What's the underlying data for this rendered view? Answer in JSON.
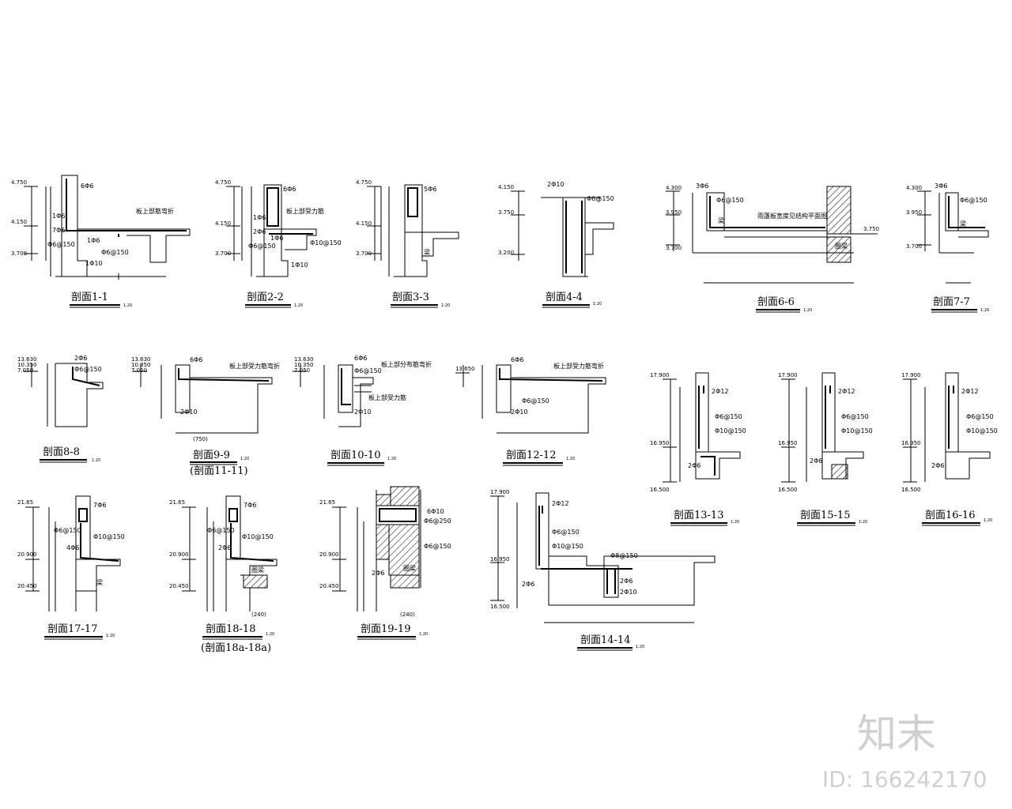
{
  "sections": [
    {
      "title": "剖面1-1",
      "scale": "1:20",
      "levels": [
        "4.750",
        "4.150",
        "3.700"
      ],
      "notes": [
        "6Φ6",
        "1Φ6",
        "7Φ6",
        "1Φ6",
        "Φ6@150",
        "Φ6@150",
        "1Φ10",
        "板上部筋弯折"
      ]
    },
    {
      "title": "剖面2-2",
      "scale": "1:20",
      "levels": [
        "4.750",
        "4.150",
        "3.700"
      ],
      "notes": [
        "6Φ6",
        "1Φ6",
        "2Φ6",
        "1Φ6",
        "Φ6@150",
        "Φ10@150",
        "1Φ10",
        "板上部受力筋"
      ]
    },
    {
      "title": "剖面3-3",
      "scale": "1:20",
      "levels": [
        "4.750",
        "4.150",
        "3.700"
      ],
      "notes": [
        "5Φ6",
        "梁"
      ]
    },
    {
      "title": "剖面4-4",
      "scale": "1:20",
      "levels": [
        "4.150",
        "3.750",
        "3.200"
      ],
      "notes": [
        "2Φ10",
        "Φ6@150"
      ]
    },
    {
      "title": "剖面6-6",
      "scale": "1:20",
      "levels": [
        "4.300",
        "3.950",
        "3.700",
        "3.750"
      ],
      "notes": [
        "3Φ6",
        "Φ6@150",
        "梁",
        "圈梁",
        "雨篷板宽度见结构平面图"
      ]
    },
    {
      "title": "剖面7-7",
      "scale": "1:20",
      "levels": [
        "4.300",
        "3.950",
        "3.700"
      ],
      "notes": [
        "3Φ6",
        "Φ6@150",
        "梁"
      ]
    },
    {
      "title": "剖面8-8",
      "scale": "1:20",
      "levels": [
        "13.630",
        "10.350",
        "7.050"
      ],
      "notes": [
        "2Φ6",
        "Φ6@150"
      ]
    },
    {
      "title": "剖面9-9",
      "subtitle": "(剖面11-11)",
      "scale": "1:20",
      "levels": [
        "13.630",
        "10.350",
        "7.050"
      ],
      "notes": [
        "6Φ6",
        "板上部受力筋弯折",
        "2Φ10",
        "(750)"
      ]
    },
    {
      "title": "剖面10-10",
      "scale": "1:20",
      "levels": [
        "13.630",
        "10.350",
        "7.050"
      ],
      "notes": [
        "6Φ6",
        "Φ6@150",
        "板上部分布筋弯折",
        "板上部受力筋",
        "2Φ10"
      ]
    },
    {
      "title": "剖面12-12",
      "scale": "1:20",
      "levels": [
        "13.650"
      ],
      "notes": [
        "6Φ6",
        "Φ6@150",
        "板上部受力筋弯折",
        "2Φ10"
      ]
    },
    {
      "title": "剖面13-13",
      "scale": "1:20",
      "levels": [
        "17.900",
        "16.950",
        "16.500"
      ],
      "notes": [
        "2Φ12",
        "Φ6@150",
        "Φ10@150",
        "2Φ6"
      ]
    },
    {
      "title": "剖面15-15",
      "scale": "1:20",
      "levels": [
        "17.900",
        "16.950",
        "16.500"
      ],
      "notes": [
        "2Φ12",
        "Φ6@150",
        "Φ10@150",
        "2Φ6"
      ]
    },
    {
      "title": "剖面16-16",
      "scale": "1:20",
      "levels": [
        "17.900",
        "16.950",
        "16.500"
      ],
      "notes": [
        "2Φ12",
        "Φ6@150",
        "Φ10@150",
        "2Φ6"
      ]
    },
    {
      "title": "剖面17-17",
      "scale": "1:20",
      "levels": [
        "21.65",
        "20.900",
        "20.450"
      ],
      "notes": [
        "7Φ6",
        "Φ6@150",
        "Φ10@150",
        "4Φ6",
        "梁"
      ]
    },
    {
      "title": "剖面18-18",
      "subtitle": "(剖面18a-18a)",
      "scale": "1:20",
      "levels": [
        "21.65",
        "20.900",
        "20.450"
      ],
      "notes": [
        "7Φ6",
        "Φ6@150",
        "Φ10@150",
        "2Φ6",
        "圈梁",
        "(240)"
      ]
    },
    {
      "title": "剖面19-19",
      "scale": "1:20",
      "levels": [
        "21.65",
        "20.900",
        "20.450"
      ],
      "notes": [
        "6Φ10",
        "Φ6@250",
        "Φ6@150",
        "2Φ6",
        "圈梁",
        "(240)"
      ]
    },
    {
      "title": "剖面14-14",
      "scale": "1:20",
      "levels": [
        "17.900",
        "16.950",
        "16.500"
      ],
      "notes": [
        "2Φ12",
        "Φ6@150",
        "Φ10@150",
        "Φ8@150",
        "2Φ6",
        "2Φ6",
        "2Φ10"
      ]
    }
  ],
  "watermark": {
    "brand": "知末",
    "id": "ID: 166242170"
  }
}
